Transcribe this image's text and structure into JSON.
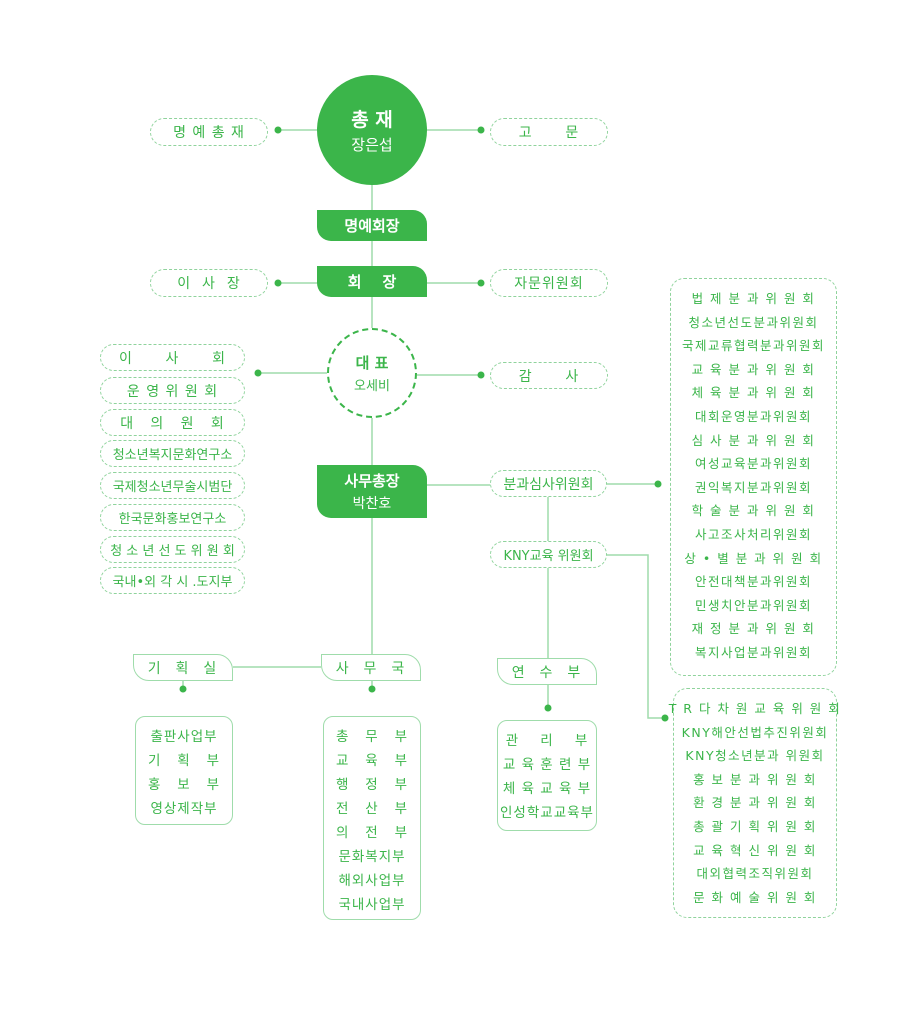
{
  "colors": {
    "primary": "#3bb54a",
    "line": "#9fdcab"
  },
  "president": {
    "title": "총 재",
    "name": "장은섭"
  },
  "honorary_president": "명 예 총 재",
  "advisor": "고      문",
  "honorary_chairman": "명예회장",
  "chairman": "회    장",
  "board_chair": "이  사  장",
  "advisory_committee": "자문위원회",
  "representative": {
    "title": "대 표",
    "name": "오세비"
  },
  "auditor": "감      사",
  "left_groups": [
    "이      사      회",
    "운 영 위 원 회",
    "대   의   원   회",
    "청소년복지문화연구소",
    "국제청소년무술시범단",
    "한국문화홍보연구소",
    "청 소 년 선 도 위 원 회",
    "국내•외 각 시 .도지부"
  ],
  "secretary_general": {
    "title": "사무총장",
    "name": "박찬호"
  },
  "subcommittee_review": "분과심사위원회",
  "kny_education": "KNY교육 위원회",
  "subcommittees": [
    "법 제 분 과 위 원 회",
    "청소년선도분과위원회",
    "국제교류협력분과위원회",
    "교 육 분 과 위 원 회",
    "체 육 분 과 위 원 회",
    "대회운영분과위원회",
    "심 사 분 과 위 원 회",
    "여성교육분과위원회",
    "권익복지분과위원회",
    "학 술 분 과 위 원 회",
    "사고조사처리위원회",
    "상 • 별 분 과 위 원 회",
    "안전대책분과위원회",
    "민생치안분과위원회",
    "재 정 분 과 위 원 회",
    "복지사업분과위원회"
  ],
  "kny_committees": [
    "T R 다 차 원 교 육 위 원 회",
    "KNY해안선법추진위원회",
    "KNY청소년분과 위원회",
    "홍 보 분 과 위 원 회",
    "환 경 분 과 위 원 회",
    "총 괄 기 획 위 원 회",
    "교 육 혁 신 위 원 회",
    "대외협력조직위원회",
    "문 화 예 술 위 원 회"
  ],
  "planning_office": {
    "title": "기  획  실",
    "items": [
      "출판사업부",
      "기   획   부",
      "홍   보   부",
      "영상제작부"
    ]
  },
  "secretariat": {
    "title": "사  무  국",
    "items": [
      "총   무   부",
      "교   육   부",
      "행   정   부",
      "전   산   부",
      "의   전   부",
      "문화복지부",
      "해외사업부",
      "국내사업부"
    ]
  },
  "training": {
    "title": "연  수  부",
    "items": [
      "관    리    부",
      "교 육 훈 련 부",
      "체 육 교 육 부",
      "인성학교교육부"
    ]
  }
}
